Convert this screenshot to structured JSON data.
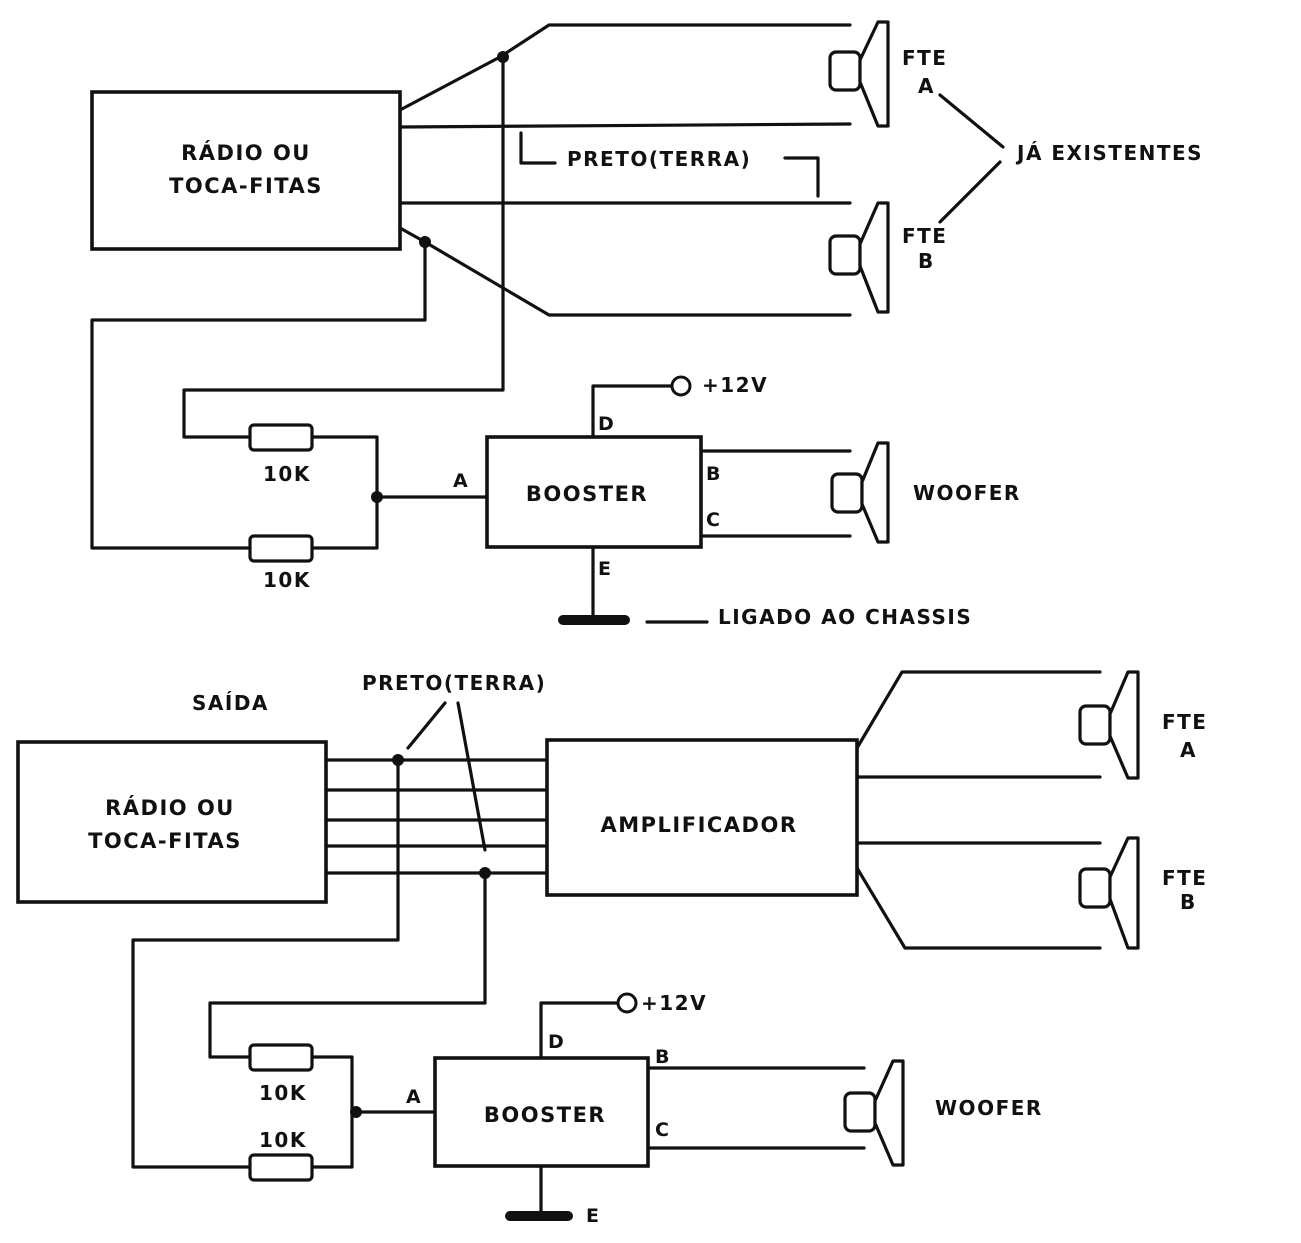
{
  "diagram_top": {
    "source": {
      "line1": "RÁDIO OU",
      "line2": "TOCA-FITAS"
    },
    "speaker_a": {
      "line1": "FTE",
      "line2": "A"
    },
    "speaker_b": {
      "line1": "FTE",
      "line2": "B"
    },
    "existing_label": "JÁ EXISTENTES",
    "ground_wire_label": "PRETO(TERRA)",
    "resistor_1": "10K",
    "resistor_2": "10K",
    "booster": "BOOSTER",
    "pin_a": "A",
    "pin_b": "B",
    "pin_c": "C",
    "pin_d": "D",
    "pin_e": "E",
    "supply": "+12V",
    "woofer": "WOOFER",
    "chassis_label": "LIGADO AO CHASSIS"
  },
  "diagram_bottom": {
    "output_label": "SAÍDA",
    "ground_wire_label": "PRETO(TERRA)",
    "source": {
      "line1": "RÁDIO OU",
      "line2": "TOCA-FITAS"
    },
    "amplifier": "AMPLIFICADOR",
    "speaker_a": {
      "line1": "FTE",
      "line2": "A"
    },
    "speaker_b": {
      "line1": "FTE",
      "line2": "B"
    },
    "resistor_1": "10K",
    "resistor_2": "10K",
    "booster": "BOOSTER",
    "pin_a": "A",
    "pin_b": "B",
    "pin_c": "C",
    "pin_d": "D",
    "pin_e": "E",
    "supply": "+12V",
    "woofer": "WOOFER"
  }
}
